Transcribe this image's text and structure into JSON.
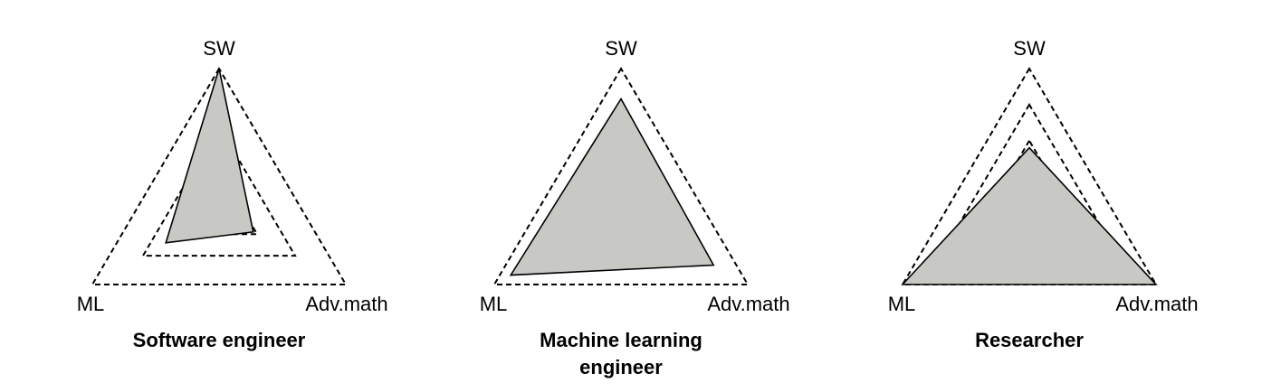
{
  "colors": {
    "fill": "#c8c8c4",
    "stroke": "#000000",
    "background": "#ffffff"
  },
  "axes": {
    "top": "SW",
    "left": "ML",
    "right": "Adv.math"
  },
  "panels": [
    {
      "title_lines": [
        "Software engineer"
      ],
      "guide_levels": [
        1.0,
        0.6,
        0.3
      ],
      "profile": {
        "SW": 1.0,
        "ML": 0.42,
        "Adv.math": 0.27
      }
    },
    {
      "title_lines": [
        "Machine learning",
        "engineer"
      ],
      "guide_levels": [
        1.0
      ],
      "profile": {
        "SW": 0.79,
        "ML": 0.87,
        "Adv.math": 0.73
      }
    },
    {
      "title_lines": [
        "Researcher"
      ],
      "guide_levels": [
        1.0,
        0.75,
        0.5
      ],
      "profile": {
        "SW": 0.45,
        "ML": 1.0,
        "Adv.math": 1.0
      }
    }
  ]
}
